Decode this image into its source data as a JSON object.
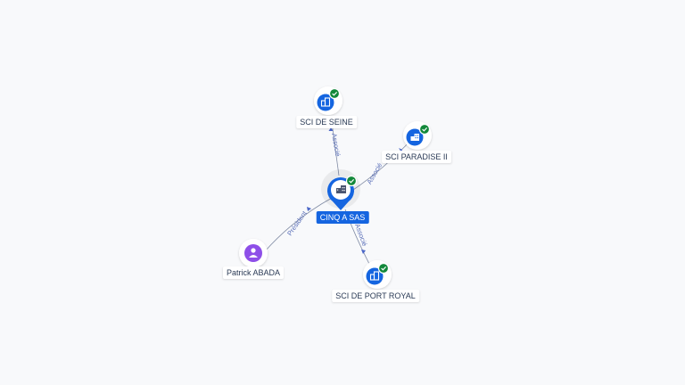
{
  "center": {
    "label": "CINQ A SAS",
    "icon": "building-icon",
    "status": "verified"
  },
  "nodes": [
    {
      "id": "sci-de-seine",
      "label": "SCI DE SEINE",
      "icon": "building-icon",
      "status": "verified"
    },
    {
      "id": "sci-paradise-ii",
      "label": "SCI PARADISE II",
      "icon": "building-icon",
      "status": "verified"
    },
    {
      "id": "sci-de-port-royal",
      "label": "SCI DE PORT ROYAL",
      "icon": "building-icon",
      "status": "verified"
    },
    {
      "id": "patrick-abada",
      "label": "Patrick ABADA",
      "icon": "person-icon"
    }
  ],
  "edges": [
    {
      "target": "sci-de-seine",
      "label": "Associé"
    },
    {
      "target": "sci-paradise-ii",
      "label": "Associé"
    },
    {
      "target": "sci-de-port-royal",
      "label": "Associé"
    },
    {
      "source": "patrick-abada",
      "label": "Président"
    }
  ],
  "colors": {
    "company": "#1565e0",
    "person": "#8e4fe8",
    "verified": "#12883a",
    "edge": "#7f8aa3",
    "edge_label": "#5a6fb8"
  }
}
